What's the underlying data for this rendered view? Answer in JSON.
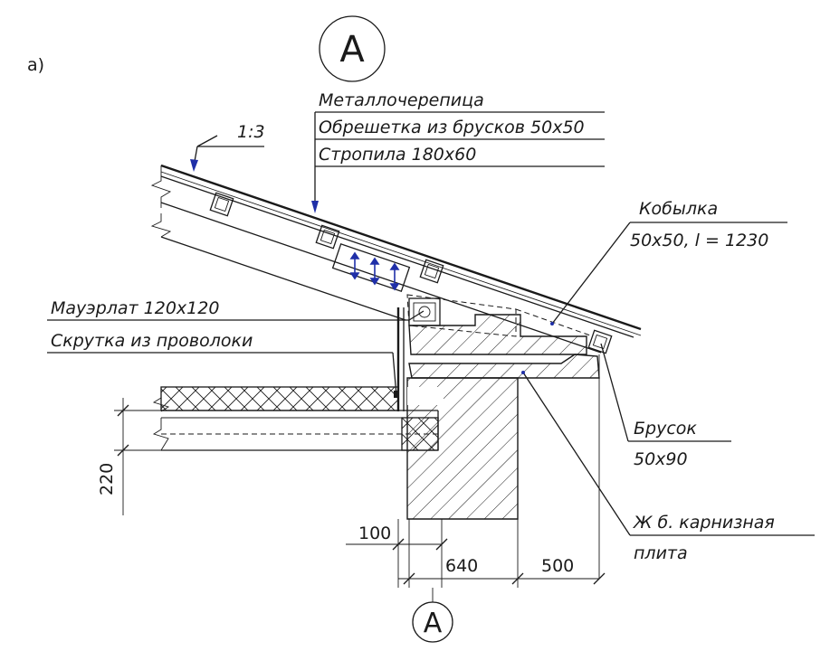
{
  "figure_label": "а)",
  "section_mark": "А",
  "labels": {
    "roofing": "Металлочерепица",
    "battens": "Обрешетка из брусков 50х50",
    "rafters": "Стропила 180х60",
    "slope": "1:3",
    "kobylka_name": "Кобылка",
    "kobylka_size": "50х50, l = 1230",
    "mauerlat": "Мауэрлат 120х120",
    "wire_twist": "Скрутка из проволоки",
    "brusok_name": "Брусок",
    "brusok_size": "50х90",
    "slab_line1": "Ж б. карнизная",
    "slab_line2": "плита"
  },
  "dimensions": {
    "height": "220",
    "d100": "100",
    "d640": "640",
    "d500": "500"
  },
  "colors": {
    "ink": "#1a1a1a",
    "accent": "#1f2fa8"
  }
}
